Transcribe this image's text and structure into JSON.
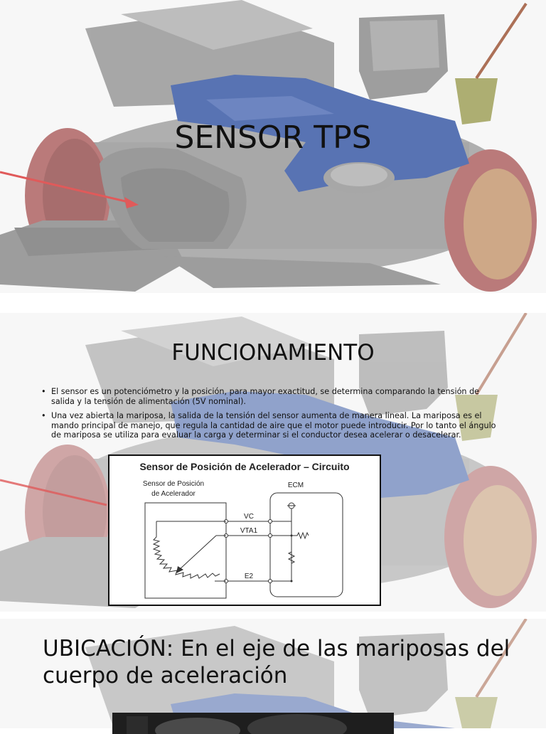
{
  "slides": [
    {
      "title": "SENSOR TPS"
    },
    {
      "title": "FUNCIONAMIENTO",
      "bullets": [
        "El sensor es un potenciómetro y la posición, para mayor exactitud, se determina comparando la tensión de salida y la tensión de alimentación (5V nominal).",
        "Una vez abierta la mariposa, la salida de la tensión del sensor aumenta de manera lineal. La mariposa es el mando principal de manejo, que regula la cantidad de aire que el motor puede introducir. Por lo tanto el ángulo de mariposa se utiliza para evaluar la carga y determinar si el conductor desea acelerar o desacelerar."
      ],
      "diagram": {
        "title": "Sensor de Posición de Acelerador – Circuito",
        "sensor_label_line1": "Sensor de Posición",
        "sensor_label_line2": "de Acelerador",
        "ecm_label": "ECM",
        "pins": [
          "VC",
          "VTA1",
          "E2"
        ]
      }
    },
    {
      "title": "UBICACIÓN: En el eje de las mariposas del cuerpo de aceleración"
    }
  ],
  "bullet_glyph": "•",
  "colors": {
    "body_gray": "#8a8a8a",
    "sensor_blue": "#3d5da8",
    "pipe_red": "#b26a6a",
    "arrow": "#e05a5a"
  }
}
